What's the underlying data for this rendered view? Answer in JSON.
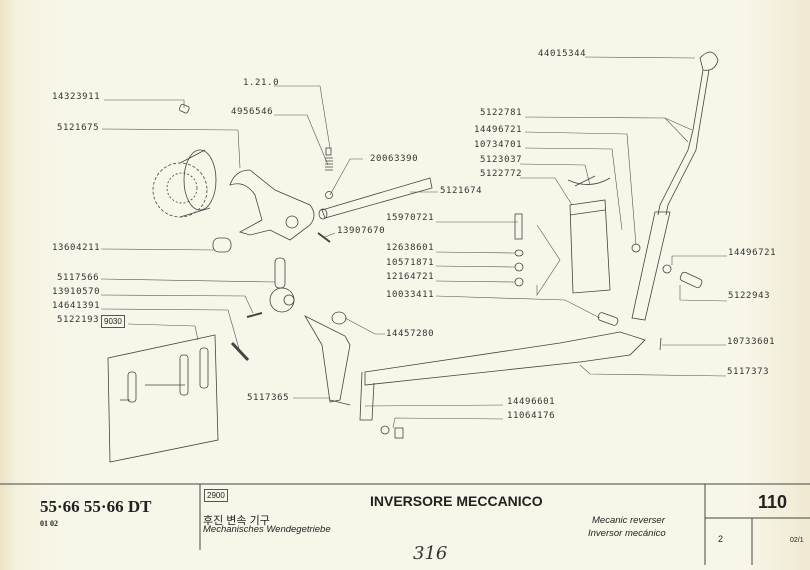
{
  "parts": {
    "p14323911": "14323911",
    "p1210": "1.21.0",
    "p4956546": "4956546",
    "p5121675": "5121675",
    "p20063390": "20063390",
    "p5121674": "5121674",
    "p13604211": "13604211",
    "p13907670": "13907670",
    "p5117566": "5117566",
    "p13910570": "13910570",
    "p14641391": "14641391",
    "p5122193": "5122193",
    "box9030": "9030",
    "p14457280": "14457280",
    "p5117365": "5117365",
    "p44015344": "44015344",
    "p5122781": "5122781",
    "p14496721a": "14496721",
    "p10734701": "10734701",
    "p5123037": "5123037",
    "p5122772": "5122772",
    "p15970721": "15970721",
    "p12638601": "12638601",
    "p10571871": "10571871",
    "p12164721": "12164721",
    "p10033411": "10033411",
    "p14496721b": "14496721",
    "p5122943": "5122943",
    "p10733601": "10733601",
    "p5117373": "5117373",
    "p14496601": "14496601",
    "p11064176": "11064176"
  },
  "title_block": {
    "models": "55·66  55·66 DT",
    "model_codes": "01 02",
    "group_box": "2900",
    "title_it": "INVERSORE MECCANICO",
    "title_kr": "후진 변속 기구",
    "title_de": "Mechanisches Wendegetriebe",
    "title_en": "Mecanic reverser",
    "title_es": "Inversor mecánico",
    "page": "110",
    "section": "2",
    "revision": "02/1",
    "handwritten": "316"
  }
}
